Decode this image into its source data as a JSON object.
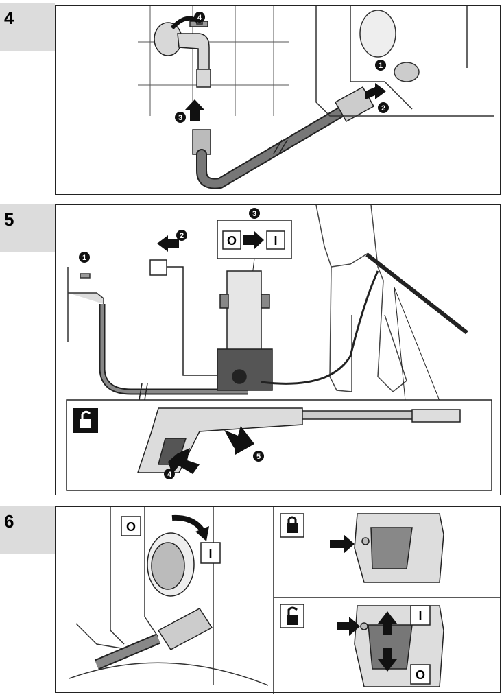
{
  "steps": [
    {
      "number": "4",
      "callouts": [
        "1",
        "2",
        "3",
        "4"
      ]
    },
    {
      "number": "5",
      "callouts": [
        "1",
        "2",
        "3",
        "4",
        "5"
      ],
      "switch_off_symbol": "O",
      "switch_on_symbol": "I"
    },
    {
      "number": "6",
      "switch_off_symbol": "O",
      "switch_on_symbol": "I",
      "lock_icons": [
        "lock-closed",
        "lock-open"
      ]
    }
  ]
}
